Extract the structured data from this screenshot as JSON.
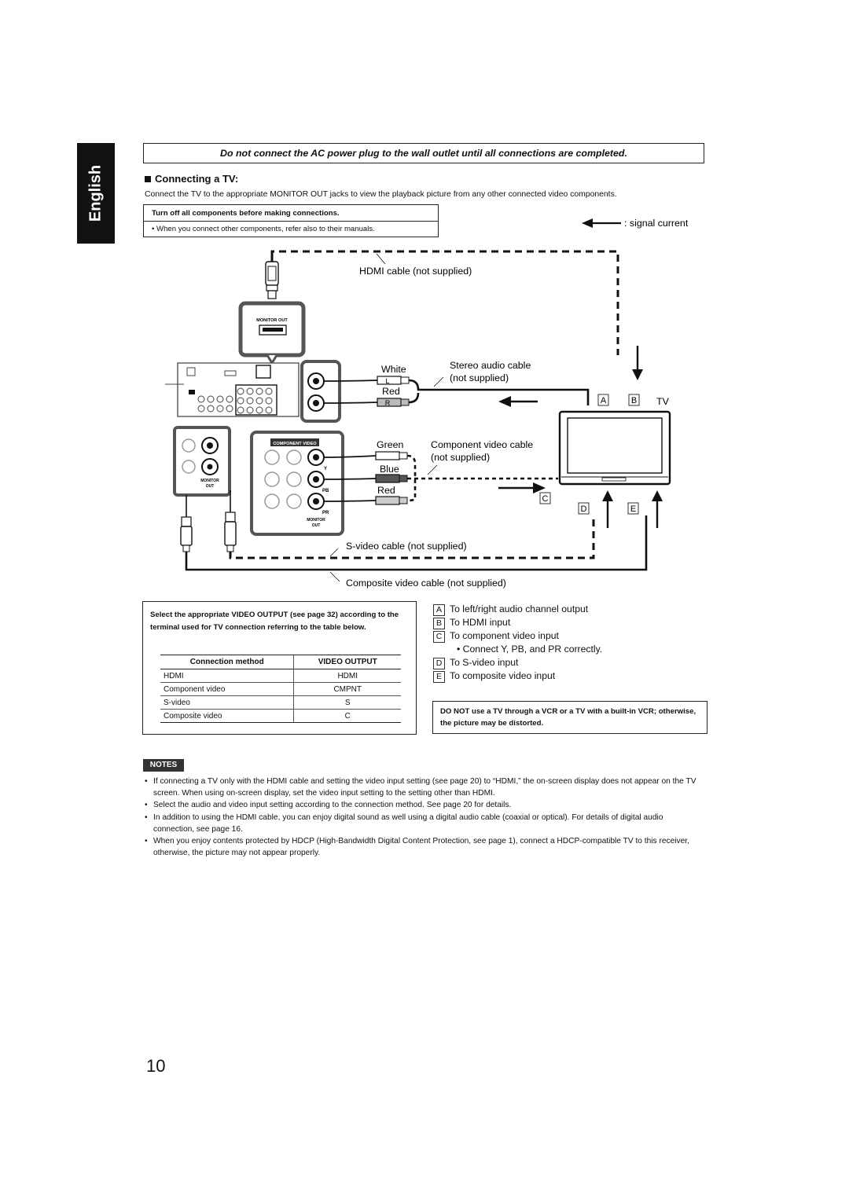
{
  "language_tab": "English",
  "warning": "Do not connect the AC power plug to the wall outlet until all connections are completed.",
  "section": {
    "title": "Connecting a TV:",
    "intro": "Connect the TV to the appropriate MONITOR OUT jacks to view the playback picture from any other connected video components."
  },
  "tip_box": {
    "title": "Turn off all components before making connections.",
    "bullet": "When you connect other components, refer also to their manuals."
  },
  "diagram": {
    "signal_legend": ": signal current",
    "hdmi_cable": "HDMI cable (not supplied)",
    "stereo_cable_line1": "Stereo audio cable",
    "stereo_cable_line2": "(not supplied)",
    "white": "White",
    "red_audio": "Red",
    "plug_l": "L",
    "plug_r": "R",
    "component_cable_line1": "Component video cable",
    "component_cable_line2": "(not supplied)",
    "green": "Green",
    "blue": "Blue",
    "red_video": "Red",
    "svideo_cable": "S-video cable (not supplied)",
    "composite_cable": "Composite video cable (not supplied)",
    "tv": "TV",
    "panel_monitor_out": "MONITOR OUT",
    "panel_component_video": "COMPONENT VIDEO",
    "panel_monitor": "MONITOR",
    "panel_out": "OUT",
    "jack_y": "Y",
    "jack_pb": "PB",
    "jack_pr": "PR",
    "badges": {
      "a": "A",
      "b": "B",
      "c": "C",
      "d": "D",
      "e": "E"
    }
  },
  "select_box": {
    "text": "Select the appropriate VIDEO OUTPUT (see page 32) according to the terminal used for TV connection referring to the table below.",
    "headers": [
      "Connection method",
      "VIDEO OUTPUT"
    ],
    "rows": [
      [
        "HDMI",
        "HDMI"
      ],
      [
        "Component video",
        "CMPNT"
      ],
      [
        "S-video",
        "S"
      ],
      [
        "Composite video",
        "C"
      ]
    ]
  },
  "legend": {
    "a": "To left/right audio channel output",
    "b": "To HDMI input",
    "c": "To component video input",
    "c_note": "Connect Y, PB, and PR correctly.",
    "d": "To S-video input",
    "e": "To composite video input"
  },
  "vcr_warning": "DO NOT use a TV through a VCR or a TV with a built-in VCR; otherwise, the picture may be distorted.",
  "notes_label": "NOTES",
  "notes": [
    "If connecting a TV only with the HDMI cable and setting the video input setting (see page 20) to “HDMI,” the on-screen display does not appear on the TV screen. When using on-screen display, set the video input setting to the setting other than HDMI.",
    "Select the audio and video input setting according to the connection method. See page 20 for details.",
    "In addition to using the HDMI cable, you can enjoy digital sound as well using a digital audio cable (coaxial or optical). For details of digital audio connection, see page 16.",
    "When you enjoy contents protected by HDCP (High-Bandwidth Digital Content Protection, see page 1), connect a HDCP-compatible TV to this receiver, otherwise, the picture may not appear properly."
  ],
  "page_number": "10"
}
